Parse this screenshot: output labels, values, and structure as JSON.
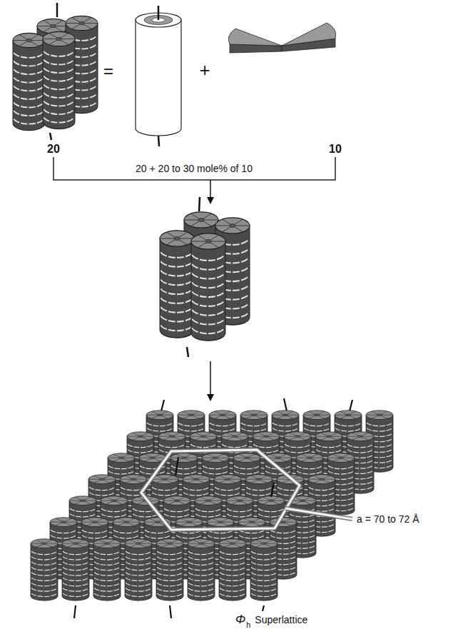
{
  "diagram": {
    "labels": [
      "20",
      "=",
      "+",
      "10",
      "20 + 20 to 30 mole% of 10",
      "a = 70 to 72 Å",
      "Φ",
      "h",
      "Superlattice"
    ]
  }
}
